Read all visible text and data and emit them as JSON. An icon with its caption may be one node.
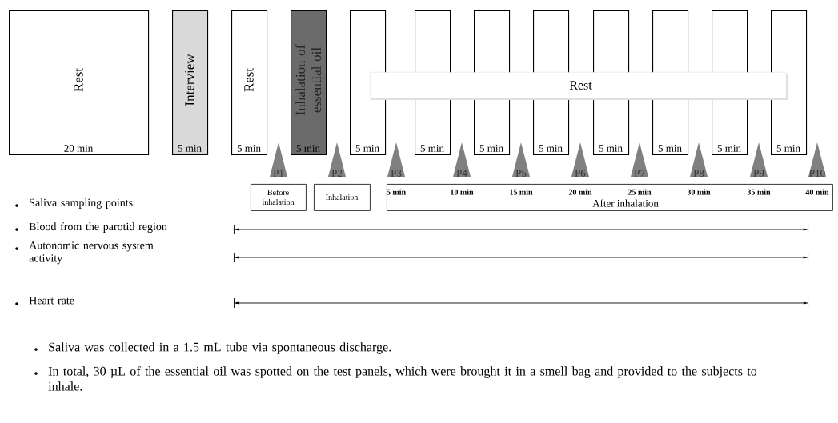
{
  "diagram": {
    "nodes": [
      {
        "text": [
          "Rest",
          "20 min"
        ]
      },
      {
        "text": [
          "Interview",
          "5 min"
        ]
      },
      {
        "text": [
          "Rest",
          "5 min"
        ]
      },
      {
        "text": [
          "Inhalation of essential oil",
          "5 min"
        ]
      },
      {
        "text": [
          "5 min"
        ]
      },
      {
        "text": [
          "5 min"
        ]
      },
      {
        "text": [
          "5 min"
        ]
      },
      {
        "text": [
          "5 min"
        ]
      },
      {
        "text": [
          "5 min"
        ]
      },
      {
        "text": [
          "5 min"
        ]
      },
      {
        "text": [
          "5 min"
        ]
      },
      {
        "text": [
          "5 min"
        ]
      },
      {
        "text": [
          "Rest"
        ]
      },
      {
        "text": [
          "P1"
        ]
      },
      {
        "text": [
          "P2"
        ]
      },
      {
        "text": [
          "P3"
        ]
      },
      {
        "text": [
          "P4"
        ]
      },
      {
        "text": [
          "P5"
        ]
      },
      {
        "text": [
          "P6"
        ]
      },
      {
        "text": [
          "P7"
        ]
      },
      {
        "text": [
          "P8"
        ]
      },
      {
        "text": [
          "P9"
        ]
      },
      {
        "text": [
          "P10"
        ]
      },
      {
        "text": [
          "Before inhalation"
        ]
      },
      {
        "text": [
          "Inhalation"
        ]
      },
      {
        "text": [
          "5 min",
          "10 min",
          "15 min",
          "20 min",
          "25 min",
          "30 min",
          "35 min",
          "40 min",
          "After inhalation"
        ]
      }
    ],
    "labels": [
      "Saliva sampling points",
      "Blood from the parotid region",
      "Autonomic nervous system activity",
      "Heart rate",
      "Saliva was collected in a 1.5 mL tube via spontaneous discharge.",
      "In total, 30 µL of the essential oil was spotted on the test panels, which were brought it in a smell bag and provided to the subjects to inhale."
    ]
  }
}
